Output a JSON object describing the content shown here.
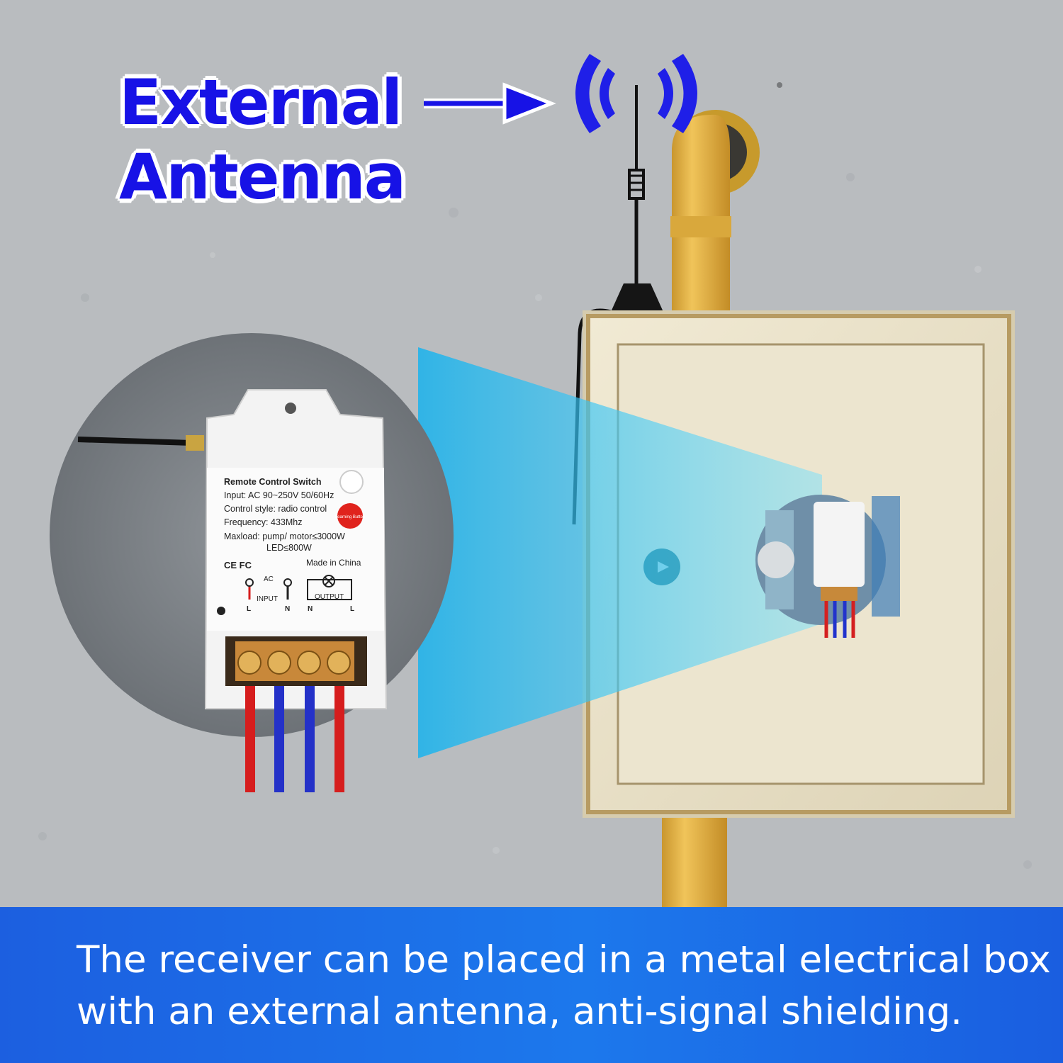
{
  "headline": {
    "line1": "External",
    "line2": "Antenna"
  },
  "device_label": {
    "title": "Remote Control Switch",
    "input": "Input: AC 90~250V 50/60Hz",
    "control_style": "Control style: radio control",
    "frequency": "Frequency: 433Mhz",
    "maxload": "Maxload: pump/ motor≤3000W",
    "led": "LED≤800W",
    "certs": "CE FC",
    "made_in": "Made in China",
    "learning_button": "Learning Button",
    "ac": "AC",
    "input_label": "INPUT",
    "output_label": "OUTPUT",
    "terminal_l1": "L",
    "terminal_n1": "N",
    "terminal_n2": "N",
    "terminal_l2": "L"
  },
  "caption": {
    "line1": "The receiver can be placed in a metal electrical box",
    "line2": "with an external antenna, anti-signal shielding."
  },
  "colors": {
    "headline": "#1712e6",
    "banner": "#1c6ae6",
    "pipe": "#e6b84a",
    "cabinet": "#ece4cc",
    "beam": "#29c6f2"
  }
}
